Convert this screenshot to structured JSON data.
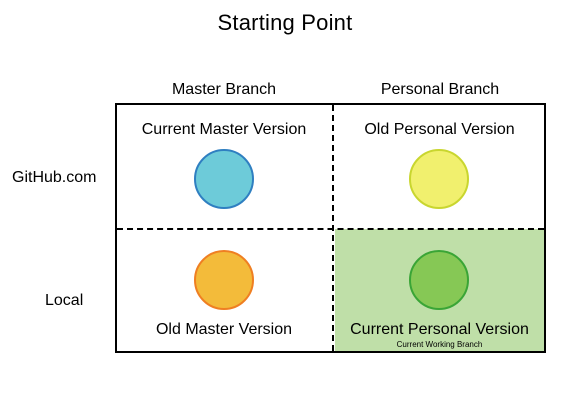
{
  "title": "Starting Point",
  "columns": {
    "master": "Master Branch",
    "personal": "Personal Branch"
  },
  "rows": {
    "github": "GitHub.com",
    "local": "Local"
  },
  "quadrants": {
    "github_master": {
      "label": "Current Master Version",
      "fill": "#6dcbd9",
      "stroke": "#2f7fc1"
    },
    "github_personal": {
      "label": "Old Personal Version",
      "fill": "#f1f06e",
      "stroke": "#c9d62f"
    },
    "local_master": {
      "label": "Old Master Version",
      "fill": "#f3bb3a",
      "stroke": "#ef7f22"
    },
    "local_personal": {
      "label": "Current Personal Version",
      "sublabel": "Current Working Branch",
      "fill": "#86c855",
      "stroke": "#3aa536",
      "background": "#bfdfa8"
    }
  }
}
